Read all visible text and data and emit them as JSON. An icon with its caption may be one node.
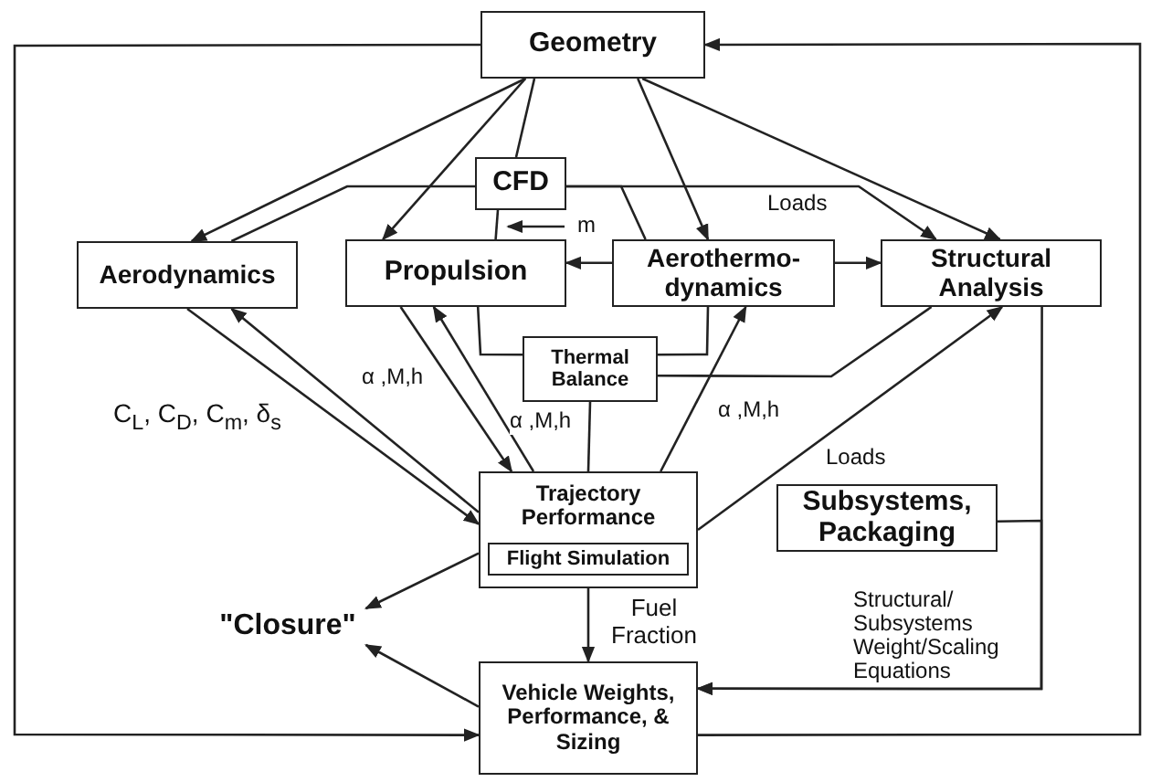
{
  "diagram": {
    "nodes": [
      {
        "text": [
          "Geometry"
        ]
      },
      {
        "text": [
          "CFD"
        ]
      },
      {
        "text": [
          "Aerodynamics"
        ]
      },
      {
        "text": [
          "Propulsion"
        ]
      },
      {
        "text": [
          "Aerothermo- dynamics"
        ]
      },
      {
        "text": [
          "Structural Analysis"
        ]
      },
      {
        "text": [
          "Thermal Balance"
        ]
      },
      {
        "text": [
          "Trajectory Performance"
        ]
      },
      {
        "text": [
          "Flight Simulation"
        ],
        "in": 7
      },
      {
        "text": [
          "Subsystems, Packaging"
        ]
      },
      {
        "text": [
          "\"Closure\""
        ]
      },
      {
        "text": [
          "Vehicle Weights, Performance, & Sizing"
        ]
      }
    ],
    "edges": [
      {
        "from": 0,
        "to": 2,
        "arrow": "to"
      },
      {
        "from": 0,
        "to": 3,
        "arrow": "to"
      },
      {
        "from": 0,
        "to": 4,
        "arrow": "to"
      },
      {
        "from": 0,
        "to": 5,
        "arrow": "to"
      },
      {
        "from": 0,
        "to": 1,
        "arrow": "none"
      },
      {
        "from": 1,
        "to": 2,
        "arrow": "none"
      },
      {
        "from": 1,
        "to": 3,
        "arrow": "none"
      },
      {
        "from": 1,
        "to": 4,
        "arrow": "none"
      },
      {
        "from": 1,
        "to": 5,
        "arrow": "to",
        "label": "Loads"
      },
      {
        "from": 4,
        "to": 3,
        "arrow": "to"
      },
      {
        "from": 4,
        "to": 5,
        "arrow": "to"
      },
      {
        "from": 3,
        "to": 6,
        "arrow": "none"
      },
      {
        "from": 4,
        "to": 6,
        "arrow": "none"
      },
      {
        "from": 6,
        "to": 5,
        "arrow": "none"
      },
      {
        "from": 6,
        "to": 7,
        "arrow": "none"
      },
      {
        "from": 2,
        "to": 7,
        "arrow": "to",
        "label": "C$_{L}$, C$_{D}$, C$_{m}$, δ$_{s}$"
      },
      {
        "from": 7,
        "to": 2,
        "arrow": "to",
        "label": "α ,M,h"
      },
      {
        "from": 3,
        "to": 7,
        "arrow": "to"
      },
      {
        "from": 7,
        "to": 3,
        "arrow": "to",
        "label": "α ,M,h"
      },
      {
        "from": 7,
        "to": 4,
        "arrow": "to",
        "label": "α ,M,h"
      },
      {
        "from": 7,
        "to": 5,
        "arrow": "to",
        "label": "Loads"
      },
      {
        "from": 7,
        "to": 10,
        "arrow": "to"
      },
      {
        "from": 7,
        "to": 11,
        "arrow": "to",
        "label": "Fuel Fraction"
      },
      {
        "from": 11,
        "to": 10,
        "arrow": "to"
      },
      {
        "from": 5,
        "to": 11,
        "arrow": "to"
      },
      {
        "from": 9,
        "to": 11,
        "arrow": "to"
      },
      {
        "from": 0,
        "to": 11,
        "arrow": "to"
      },
      {
        "from": 11,
        "to": 0,
        "arrow": "to"
      }
    ],
    "labels": [
      "m",
      "Structural/ Subsystems Weight/Scaling Equations"
    ]
  }
}
